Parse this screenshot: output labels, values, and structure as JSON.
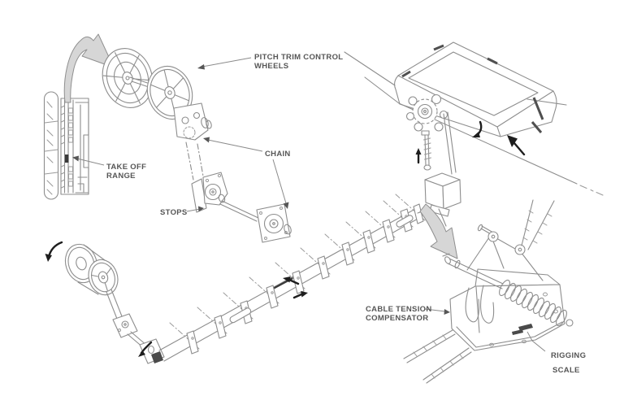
{
  "meta": {
    "title": "Pitch trim control system — technical illustration",
    "type": "line-art-diagram"
  },
  "labels": {
    "pitch_trim_control_wheels": {
      "line1": "PITCH TRIM CONTROL",
      "line2": "WHEELS"
    },
    "chain": {
      "line1": "CHAIN"
    },
    "take_off_range": {
      "line1": "TAKE OFF",
      "line2": "RANGE"
    },
    "stops": {
      "line1": "STOPS"
    },
    "cable_tension_compensator": {
      "line1": "CABLE TENSION",
      "line2": "COMPENSATOR"
    },
    "rigging_scale": {
      "line1": "RIGGING",
      "line2": "SCALE"
    }
  },
  "icons": {
    "wheel_rotation_swoosh_arrow": "thick curved gray arrow pointing at trim wheels",
    "compensator_pointer_arrow": "thick curved gray arrow pointing at compensator",
    "drum_rotation_arrow": "small black curved arrow",
    "actuator_rotation_arrow": "small black curved arrow",
    "jackscrew_up_arrow": "small black straight arrow",
    "stabilizer_motion_arrow": "thick black straight arrow",
    "cable_direction_arrows": "two small black arrows on cable run",
    "bellcrank_motion_arrow": "small black bent arrow"
  },
  "colors": {
    "background": "#ffffff",
    "line": "#8d8d8d",
    "dark_line": "#4f4f4f",
    "text": "#565656",
    "black_arrow": "#1e1e1e",
    "gray_arrow_fill": "#d6d6d6"
  }
}
